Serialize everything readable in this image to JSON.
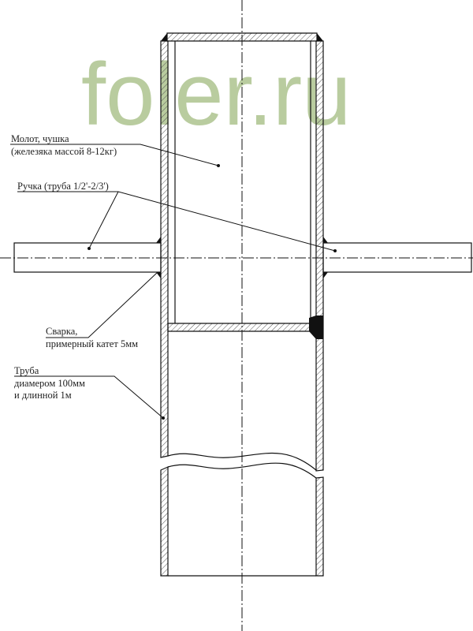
{
  "watermark": "foler.ru",
  "labels": {
    "hammer_line1": "Молот, чушка",
    "hammer_line2": "(железяка массой 8-12кг)",
    "handle": "Ручка (труба 1/2'-2/3')",
    "weld_line1": "Сварка,",
    "weld_line2": "примерный катет 5мм",
    "pipe_line1": "Труба",
    "pipe_line2": "диамером 100мм",
    "pipe_line3": "и длинной 1м"
  },
  "colors": {
    "line": "#111111",
    "watermark": "#b9cc9f"
  }
}
